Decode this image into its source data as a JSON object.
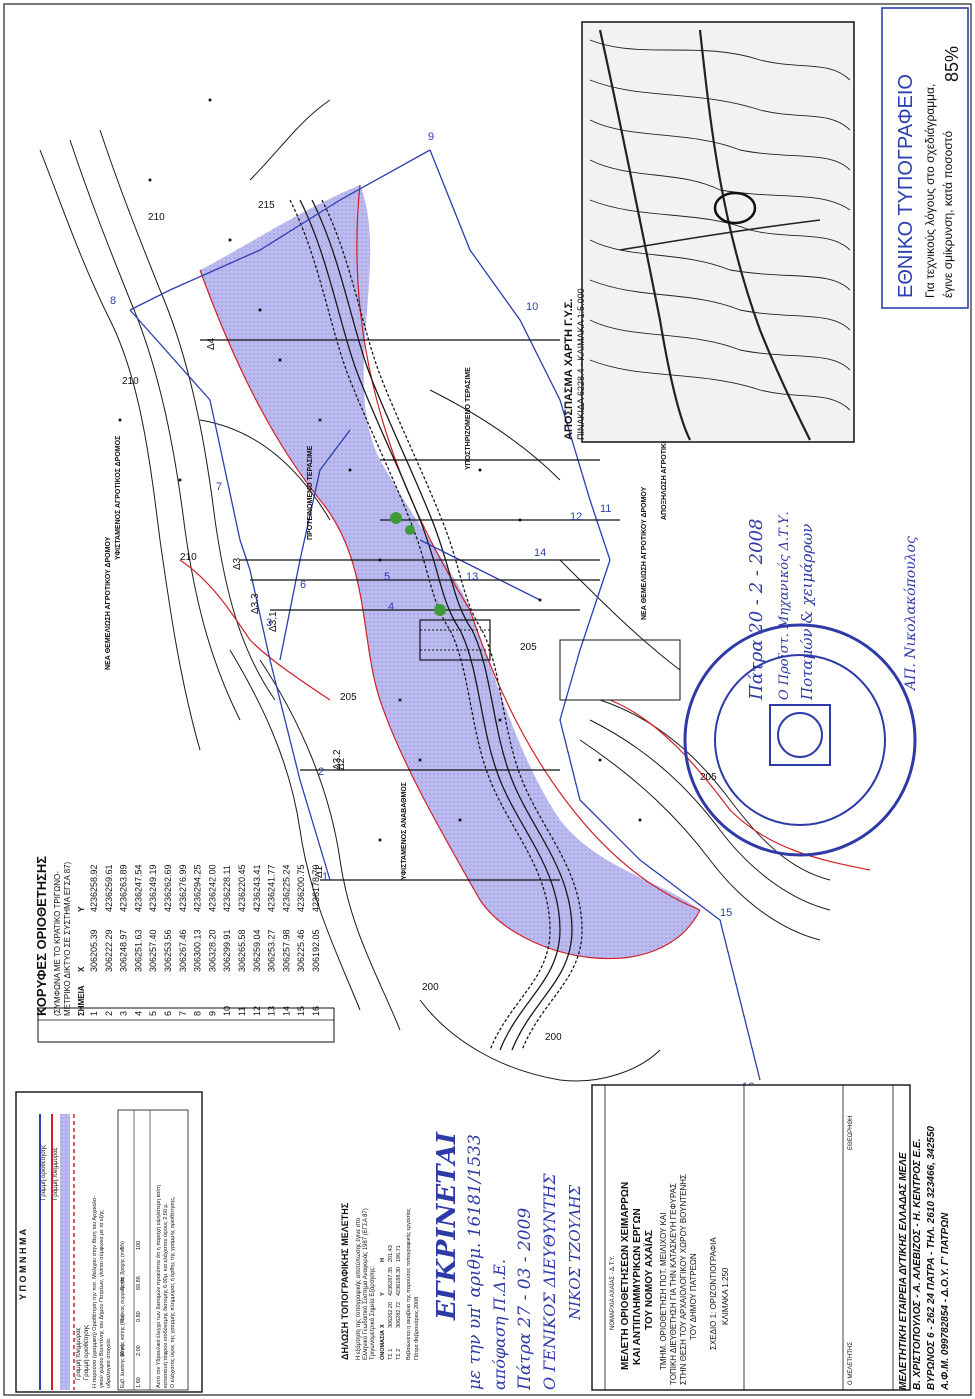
{
  "colors": {
    "boundary_blue": "#2b3fb0",
    "zone_fill": "#b9b8ee",
    "redline": "#d0202a",
    "stamp_blue": "#2e3aa8",
    "ink": "#111111"
  },
  "legend": {
    "title": "Υ Π Ο Μ Ν Η Μ Α",
    "items": [
      "Γραμμή οριοθέτησης",
      "Γραμμή πλημμύρας",
      "Γραμμή πλημμύρας",
      "Γραμμή οριοθέτησης"
    ],
    "note_lines": [
      "Η παρούσα (γραμμική) Οριοθέτηση την ποτ. Μείλιχου στην θέση του Αρχαιολο-",
      "γικού χώρου Βουντένης του Δήμου Πατρέων, γίνεται σύμφωνα με τα εξής",
      "υδρολογικά στοιχεία:"
    ],
    "hydro_headers": [
      "Εμβ. λεκάνης (Km²)",
      "Μήκος κοίτης (Km)",
      "Χρόνος συρροής (h)",
      "Εντατ. βροχής (mm/h)",
      "T"
    ],
    "hydro_values": [
      "1.60",
      "2.00",
      "0.80",
      "69.86",
      "100"
    ],
    "note2_lines": [
      "Αυτό τον Υδραυλικό έλεγχο των διατομών προκύπτει ότι η παροχή υψηλότερη κοίτη",
      "κατασκευή τάφρου ισοδύναμης διατομής 6.00μ. και ελάχιστου ύψους 2.50 μ.",
      "Ο ελάχιστος ύψος της γραμμής πλημμύρας ή όρθης της γραμμής οριοθέτησης,"
    ]
  },
  "declaration": {
    "title": "ΔΗΛΩΣΗ ΤΟΠΟΓΡΑΦΙΚΗΣ ΜΕΛΕΤΗΣ",
    "lines": [
      "Η εξάρτηση της τοπογραφικής αποτύπωσης έγινε στο",
      "Ελληνικό Γεωδαιτικό Σύστημα Αναφοράς 1987 (ΕΓΣΑ 87)",
      "Τριγωνομετρικά Σημεία Εξάρτησης:"
    ],
    "table_headers": [
      "ΟΝΟΜΑΣΙΑ",
      "X",
      "Y",
      "H"
    ],
    "table_rows": [
      [
        "ΤΣ 1",
        "306262.20",
        "4236287.35",
        "201.43"
      ],
      [
        "ΤΣ 2",
        "306282.72",
        "4236188.30",
        "196.71"
      ]
    ],
    "footer_lines": [
      "Βεβαιώνεται η ακρίβεια της παρούσας τοπογραφικής εργασίας",
      "Πάτρα Φεβρουάριος 2008"
    ]
  },
  "handwriting": {
    "line1": "ΕΓΚΡΙΝΕΤΑΙ",
    "line2": "με την υπ' αριθμ. 16181/1533",
    "line3": "απόφαση Π.Δ.Ε.",
    "line4": "Πάτρα 27 - 03 - 2009",
    "line5": "Ο ΓΕΝΙΚΟΣ ΔΙΕΥΘΥΝΤΗΣ",
    "line6": "ΝΙΚΟΣ ΤΖΟΥΛΗΣ",
    "stamp_date": "Πάτρα 20 - 2 - 2008",
    "engineer_title": "Ο Προϊστ. Μηχανικός Δ.Τ.Υ.",
    "engineer_dept": "Ποταμών & χειμάρρων",
    "engineer_name": "ΑΠ. Νικολακόπουλος"
  },
  "vertices_table": {
    "title": "ΚΟΡΥΦΕΣ ΟΡΙΟΘΕΤΗΣΗΣ",
    "subtitle1": "(ΣΥΜΦΩΝΑ ΜΕ ΤΟ ΚΡΑΤΙΚΟ ΤΡΙΓΩΝΟ-",
    "subtitle2": "ΜΕΤΡΙΚΟ ΔΙΚΤΥΟ ΣΕ ΣΥΣΤΗΜΑ ΕΓΣΑ 87)",
    "headers": [
      "ΣΗΜΕΙΑ",
      "X",
      "Y"
    ],
    "rows": [
      [
        "1",
        "306205.39",
        "4236258.92"
      ],
      [
        "2",
        "306222.29",
        "4236259.61"
      ],
      [
        "3",
        "306248.97",
        "4236263.89"
      ],
      [
        "4",
        "306251.63",
        "4236247.54"
      ],
      [
        "5",
        "306257.40",
        "4236249.19"
      ],
      [
        "6",
        "306253.56",
        "4236262.69"
      ],
      [
        "7",
        "306267.46",
        "4236276.99"
      ],
      [
        "8",
        "306300.13",
        "4236294.25"
      ],
      [
        "9",
        "306328.20",
        "4236242.00"
      ],
      [
        "10",
        "306299.91",
        "4236228.11"
      ],
      [
        "11",
        "306265.58",
        "4236220.45"
      ],
      [
        "12",
        "306259.04",
        "4236243.41"
      ],
      [
        "13",
        "306253.27",
        "4236241.77"
      ],
      [
        "14",
        "306257.98",
        "4236225.24"
      ],
      [
        "15",
        "306225.46",
        "4236200.75"
      ],
      [
        "16",
        "306192.05",
        "4236178.79"
      ]
    ]
  },
  "title_block": {
    "authority": "ΝΟΜΑΡΧΙΑ ΑΧΑΪΑΣ - Δ.Τ.Υ.",
    "study1": "ΜΕΛΕΤΗ ΟΡΙΟΘΕΤΗΣΕΩΝ ΧΕΙΜΑΡΡΩΝ",
    "study2": "ΚΑΙ ΑΝΤΙΠΛΗΜΜΥΡΙΚΩΝ ΕΡΓΩΝ",
    "study3": "ΤΟΥ ΝΟΜΟΥ ΑΧΑΪΑΣ",
    "project1": "ΤΜΗΜ. ΟΡΙΟΘΕΤΗΣΗ ΠΟΤ. ΜΕΙΛΙΧΟΥ ΚΑΙ",
    "project2": "ΤΟΠΙΚΗ ΔΙΕΥΘΕΤΗΣΗ ΓΙΑ ΤΗΝ ΚΑΤΑΣΚΕΥΗ ΓΕΦΥΡΑΣ",
    "project3": "ΣΤΗΝ ΘΕΣΗ ΤΟΥ ΑΡΧΑΙΟΛΟΓΙΚΟΥ ΧΩΡΟΥ ΒΟΥΝΤΕΝΗΣ",
    "project4": "ΤΟΥ ΔΗΜΟΥ ΠΑΤΡΕΩΝ",
    "drawing": "ΣΧΕΔΙΟ 1: ΟΡΙΖΟΝΤΙΟΓΡΑΦΙΑ",
    "scale": "ΚΛΙΜΑΚΑ 1:250",
    "signer": "Ο ΜΕΛΕΤΗΤΗΣ",
    "checked": "ΕΘΕΩΡΗΘΗ",
    "company1": "ΜΕΛΕΤΗΤΙΚΗ ΕΤΑΙΡΕΙΑ ΔΥΤΙΚΗΣ ΕΛΛΑΔΑΣ ΜΕΛΕ",
    "company2": "Β. ΧΡΙΣΤΟΠΟΥΛΟΣ - Α. ΑΛΕΒΙΖΟΣ - Η. ΚΕΝΤΡΟΣ Ε.Ε.",
    "company3": "ΒΥΡΩΝΟΣ 6 - 262 24 ΠΑΤΡΑ - ΤΗΛ. 2610 323466, 342550",
    "company4": "Α.Φ.Μ. 099782854 - Δ.Ο.Υ. Γ' ΠΑΤΡΩΝ"
  },
  "inset": {
    "title": "ΑΠΟΣΠΑΣΜΑ ΧΑΡΤΗ Γ.Υ.Σ.",
    "subtitle": "ΠΙΝΑΚΙΔΑ 6228.4 - ΚΛΙΜΑΚΑ 1:5.000"
  },
  "ety": {
    "title": "ΕΘΝΙΚΟ ΤΥΠΟΓΡΑΦΕΙΟ",
    "line1": "Για τεχνικούς λόγους στο σχεδιάγραμμα,",
    "line2": "έγινε σμίκρυνση, κατά ποσοστό",
    "percent": "85%"
  },
  "map_labels": {
    "contours": [
      "215",
      "210",
      "210",
      "205",
      "205",
      "200",
      "200",
      "205",
      "210"
    ],
    "boundary_points": [
      "1",
      "2",
      "3",
      "4",
      "5",
      "6",
      "7",
      "8",
      "9",
      "10",
      "11",
      "12",
      "13",
      "14",
      "15",
      "16"
    ],
    "sections": [
      "Δ1",
      "Δ2",
      "Δ3",
      "Δ3.1",
      "Δ3.2",
      "Δ3.3",
      "Δ4"
    ],
    "notes": [
      "ΝΕΑ ΘΕΜΕΛΙΩΣΗ ΑΓΡΟΤΙΚΟΥ ΔΡΟΜΟΥ",
      "ΥΦΙΣΤΑΜΕΝΟΣ ΑΓΡΟΤΙΚΟΣ ΔΡΟΜΟΣ",
      "ΥΦΙΣΤΑΜΕΝΟΣ ΑΝΑΒΑΘΜΟΣ",
      "ΠΡΟΤΕΙΝΟΜΕΝΟ ΤΕΡΑΣΙΜΕ",
      "ΥΠΟΣΤΗΡΙΖΟΜΕΝΟ ΤΕΡΑΣΙΜΕ",
      "ΝΕΑ ΘΕΜΕΛΙΩΣΗ ΑΓΡΟΤΙΚΟΥ ΔΡΟΜΟΥ",
      "ΑΠΟΞΗΛΩΣΗ ΑΓΡΟΤΙΚΟΥ ΔΡΟΜΟΥ"
    ]
  }
}
